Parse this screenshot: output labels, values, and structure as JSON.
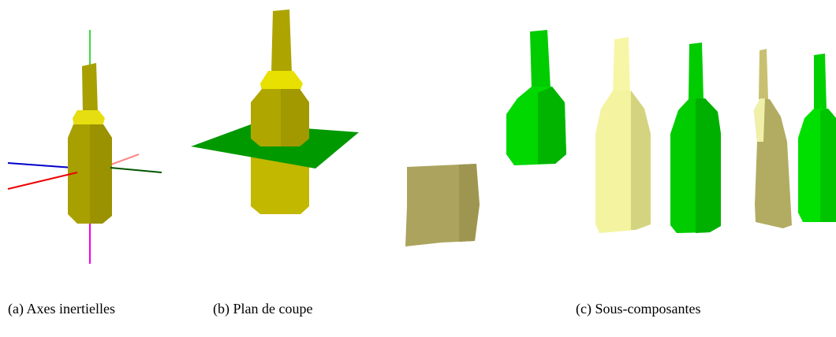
{
  "figure": {
    "subfigures": [
      {
        "id": "a",
        "caption": "(a) Axes inertielles"
      },
      {
        "id": "b",
        "caption": "(b) Plan de coupe"
      },
      {
        "id": "c",
        "caption": "(c) Sous-composantes"
      }
    ]
  },
  "colors": {
    "bottle_olive": "#a8a000",
    "bottle_shoulder_yellow": "#e8e000",
    "cut_plane_green": "#009900",
    "axis_red": "#ee0000",
    "axis_blue": "#0000cc",
    "axis_green": "#00aa00",
    "axis_magenta": "#ee00ee",
    "axis_pink": "#ff8888",
    "axis_darkgreen": "#005500",
    "part_green": "#00cc00",
    "part_paleyellow": "#f4f4a0",
    "part_khaki": "#b0aa60"
  }
}
